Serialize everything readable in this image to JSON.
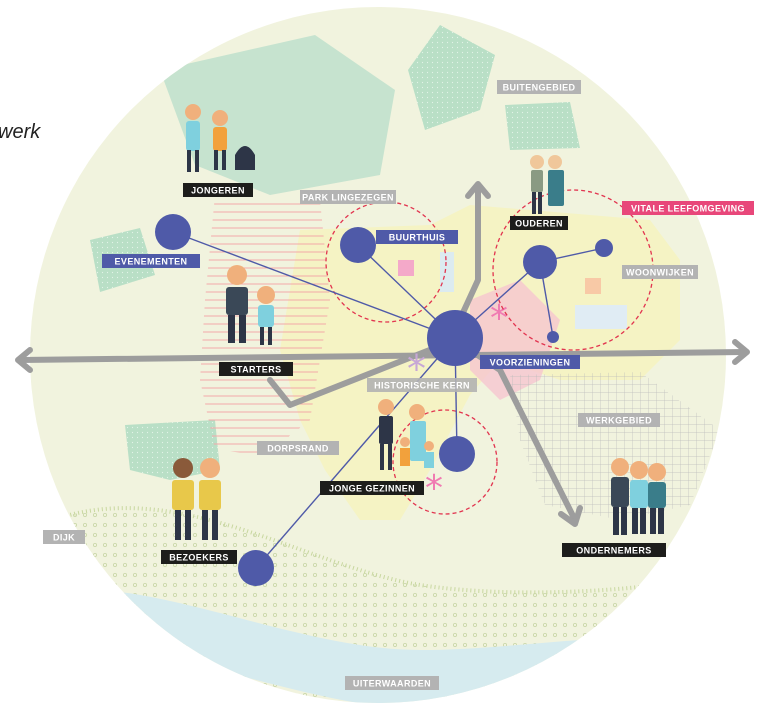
{
  "title_fragment": "werk",
  "colors": {
    "node": "#4f5aa8",
    "area_bg": "#f1f3de",
    "green": "#b9dfc6",
    "yellow": "#f4f2c7",
    "pink": "#f4c9d2",
    "arrow": "#9d9d9d",
    "dark_label": "#1d1d1b",
    "blue_label": "#4f5aa8",
    "gray_label": "#b3b3b3",
    "pink_label": "#e8477a",
    "dashed_circle": "#e2344f",
    "river": "#d8ecef"
  },
  "labels": {
    "buitengebied": "BUITENGEBIED",
    "jongeren": "JONGEREN",
    "park": "PARK LINGEZEGEN",
    "ouderen": "OUDEREN",
    "vitale": "VITALE LEEFOMGEVING",
    "buurthuis": "BUURTHUIS",
    "evenementen": "EVENEMENTEN",
    "woonwijken": "WOONWIJKEN",
    "starters": "STARTERS",
    "voorzieningen": "VOORZIENINGEN",
    "historische": "HISTORISCHE KERN",
    "werkgebied": "WERKGEBIED",
    "dorpsrand": "DORPSRAND",
    "jonge_gezinnen": "JONGE GEZINNEN",
    "dijk": "DIJK",
    "bezoekers": "BEZOEKERS",
    "ondernemers": "ONDERNEMERS",
    "uiterwaarden": "UITERWAARDEN"
  }
}
